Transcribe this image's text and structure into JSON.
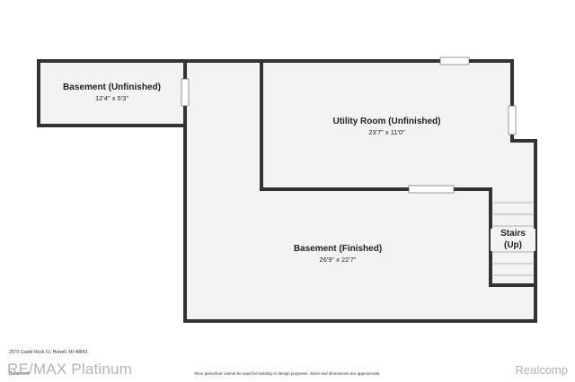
{
  "rooms": {
    "basement_unfinished": {
      "name": "Basement (Unfinished)",
      "dims": "12'4\" x 5'3\""
    },
    "utility_room": {
      "name": "Utility Room (Unfinished)",
      "dims": "23'7\" x 11'0\""
    },
    "basement_finished": {
      "name": "Basement (Finished)",
      "dims": "26'9\" x 22'7\""
    },
    "stairs": {
      "name": "Stairs",
      "direction": "(Up)"
    }
  },
  "footer": {
    "address": "2570 Castle Rock Ct, Howell, MI 48843",
    "level": "Basement",
    "disclaimer": "Floor plans/tour cannot be used for building or design purposes. Sizes and dimensions are approximate.",
    "watermark_left": "RE/MAX Platinum",
    "watermark_right": "Realcomp"
  },
  "colors": {
    "wall": "#333333",
    "floor": "#f3f3f3",
    "window": "#ffffff"
  }
}
